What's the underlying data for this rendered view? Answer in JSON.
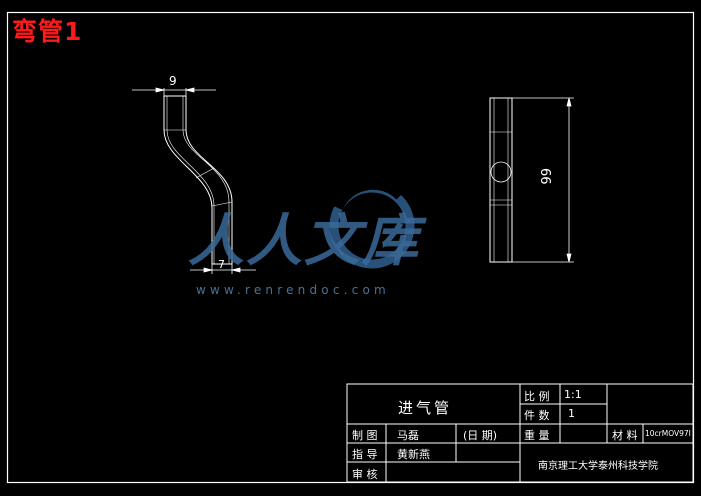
{
  "header": {
    "part_title": "弯管1"
  },
  "dimensions": {
    "top_width": "9",
    "bottom_width": "7",
    "height": "66"
  },
  "watermark": {
    "logo_text": "人人文库",
    "url": "www.renrendoc.com"
  },
  "title_block": {
    "part_name": "进气管",
    "scale_label": "比 例",
    "scale_value": "1:1",
    "quantity_label": "件 数",
    "quantity_value": "1",
    "drawn_label": "制 图",
    "drawn_name": "马磊",
    "date_label": "(日 期)",
    "weight_label": "重 量",
    "material_label": "材 料",
    "material_value": "10crMOV97I",
    "guide_label": "指 导",
    "guide_name": "黄新燕",
    "review_label": "审 核",
    "school": "南京理工大学泰州科技学院"
  },
  "colors": {
    "background": "#000000",
    "lines": "#ffffff",
    "title": "#ff1a1a",
    "watermark": "#3a6a99"
  }
}
